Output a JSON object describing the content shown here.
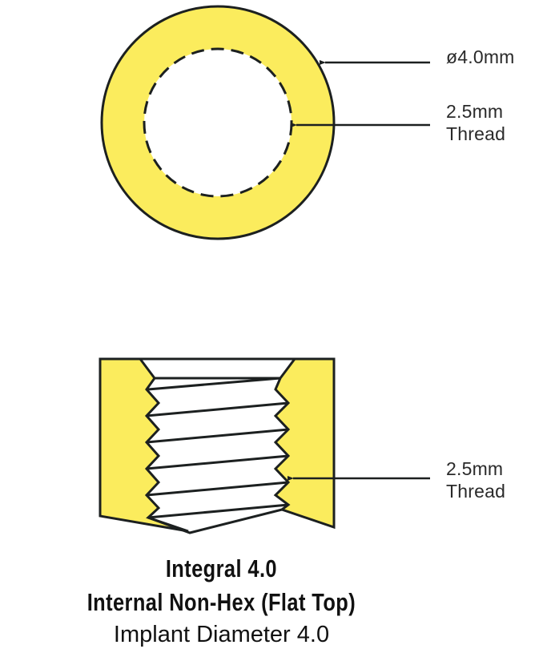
{
  "colors": {
    "fill": "#fbec5d",
    "stroke": "#1c2020",
    "background": "#ffffff",
    "text": "#2a2a2a"
  },
  "top_view": {
    "outer_diameter_label": "ø4.0mm",
    "thread_label_line1": "2.5mm",
    "thread_label_line2": "Thread"
  },
  "side_view": {
    "thread_label_line1": "2.5mm",
    "thread_label_line2": "Thread"
  },
  "caption": {
    "title": "Integral 4.0",
    "subtitle": "Internal Non-Hex (Flat Top)",
    "description": "Implant Diameter 4.0"
  }
}
